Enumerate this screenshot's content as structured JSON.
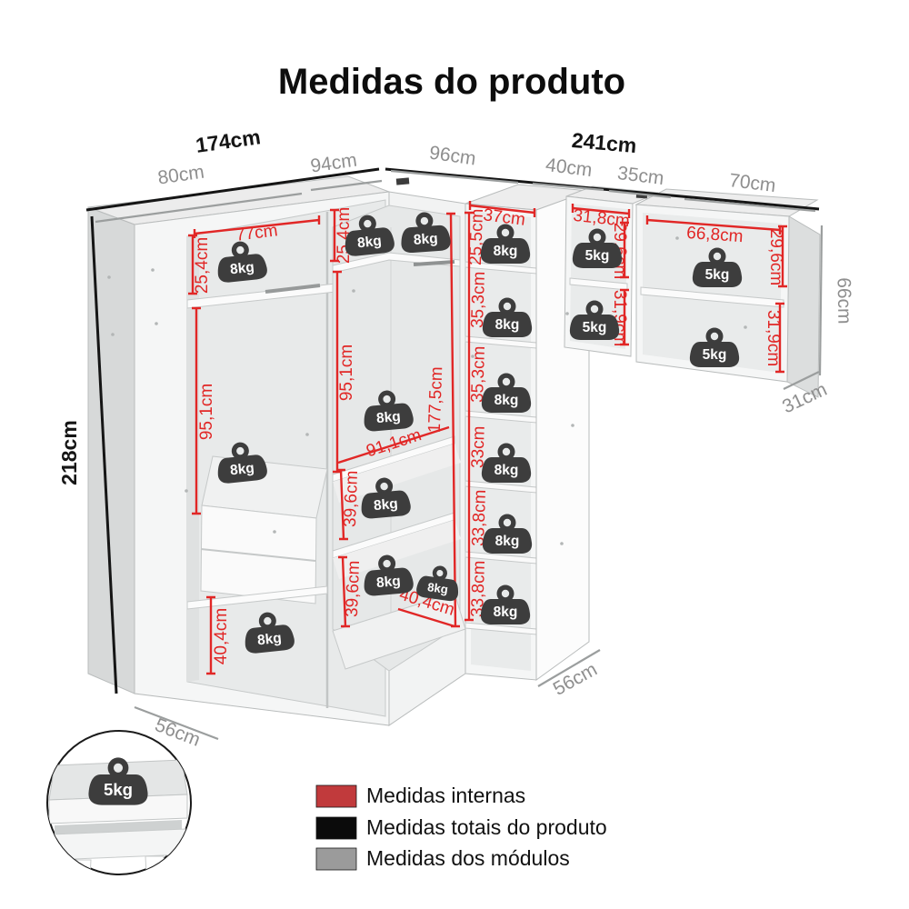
{
  "title": "Medidas do produto",
  "legend": {
    "items": [
      {
        "label": "Medidas internas",
        "color": "#c13a3c"
      },
      {
        "label": "Medidas totais do produto",
        "color": "#0b0b0b"
      },
      {
        "label": "Medidas dos módulos",
        "color": "#9b9b9b"
      }
    ]
  },
  "colors": {
    "internal": "#e12726",
    "total": "#151515",
    "module": "#8f8f8f"
  },
  "weights": {
    "w8": "8kg",
    "w5": "5kg"
  },
  "dims_total": {
    "width_left": "174cm",
    "width_right": "241cm",
    "height": "218cm"
  },
  "dims_module": {
    "m80": "80cm",
    "m94": "94cm",
    "m96": "96cm",
    "m40": "40cm",
    "m35": "35cm",
    "m70": "70cm",
    "depth_left": "56cm",
    "depth_mid": "56cm",
    "cab_height": "66cm",
    "cab_depth": "31cm"
  },
  "dims_internal": {
    "left_shelf_w": "77cm",
    "left_shelf_h": "25,4cm",
    "left_hang_h": "95,1cm",
    "left_bottom_h": "40,4cm",
    "corner_shelf_h": "25,4cm",
    "corner_hang_h": "95,1cm",
    "corner_total_h": "177,5cm",
    "corner_shelf_w": "91,1cm",
    "corner_sec1_h": "39,6cm",
    "corner_sec2_h": "39,6cm",
    "corner_floor_w": "40,4cm",
    "col_w": "37cm",
    "col_s1": "25,5cm",
    "col_s2": "35,3cm",
    "col_s3": "35,3cm",
    "col_s4": "33cm",
    "col_s5": "33,8cm",
    "col_s6": "33,8cm",
    "cab1_w": "31,8cm",
    "cab1_s1": "29,6cm",
    "cab1_s2": "31,9cm",
    "cab2_w": "66,8cm",
    "cab2_s1": "29,6cm",
    "cab2_s2": "31,9cm"
  }
}
